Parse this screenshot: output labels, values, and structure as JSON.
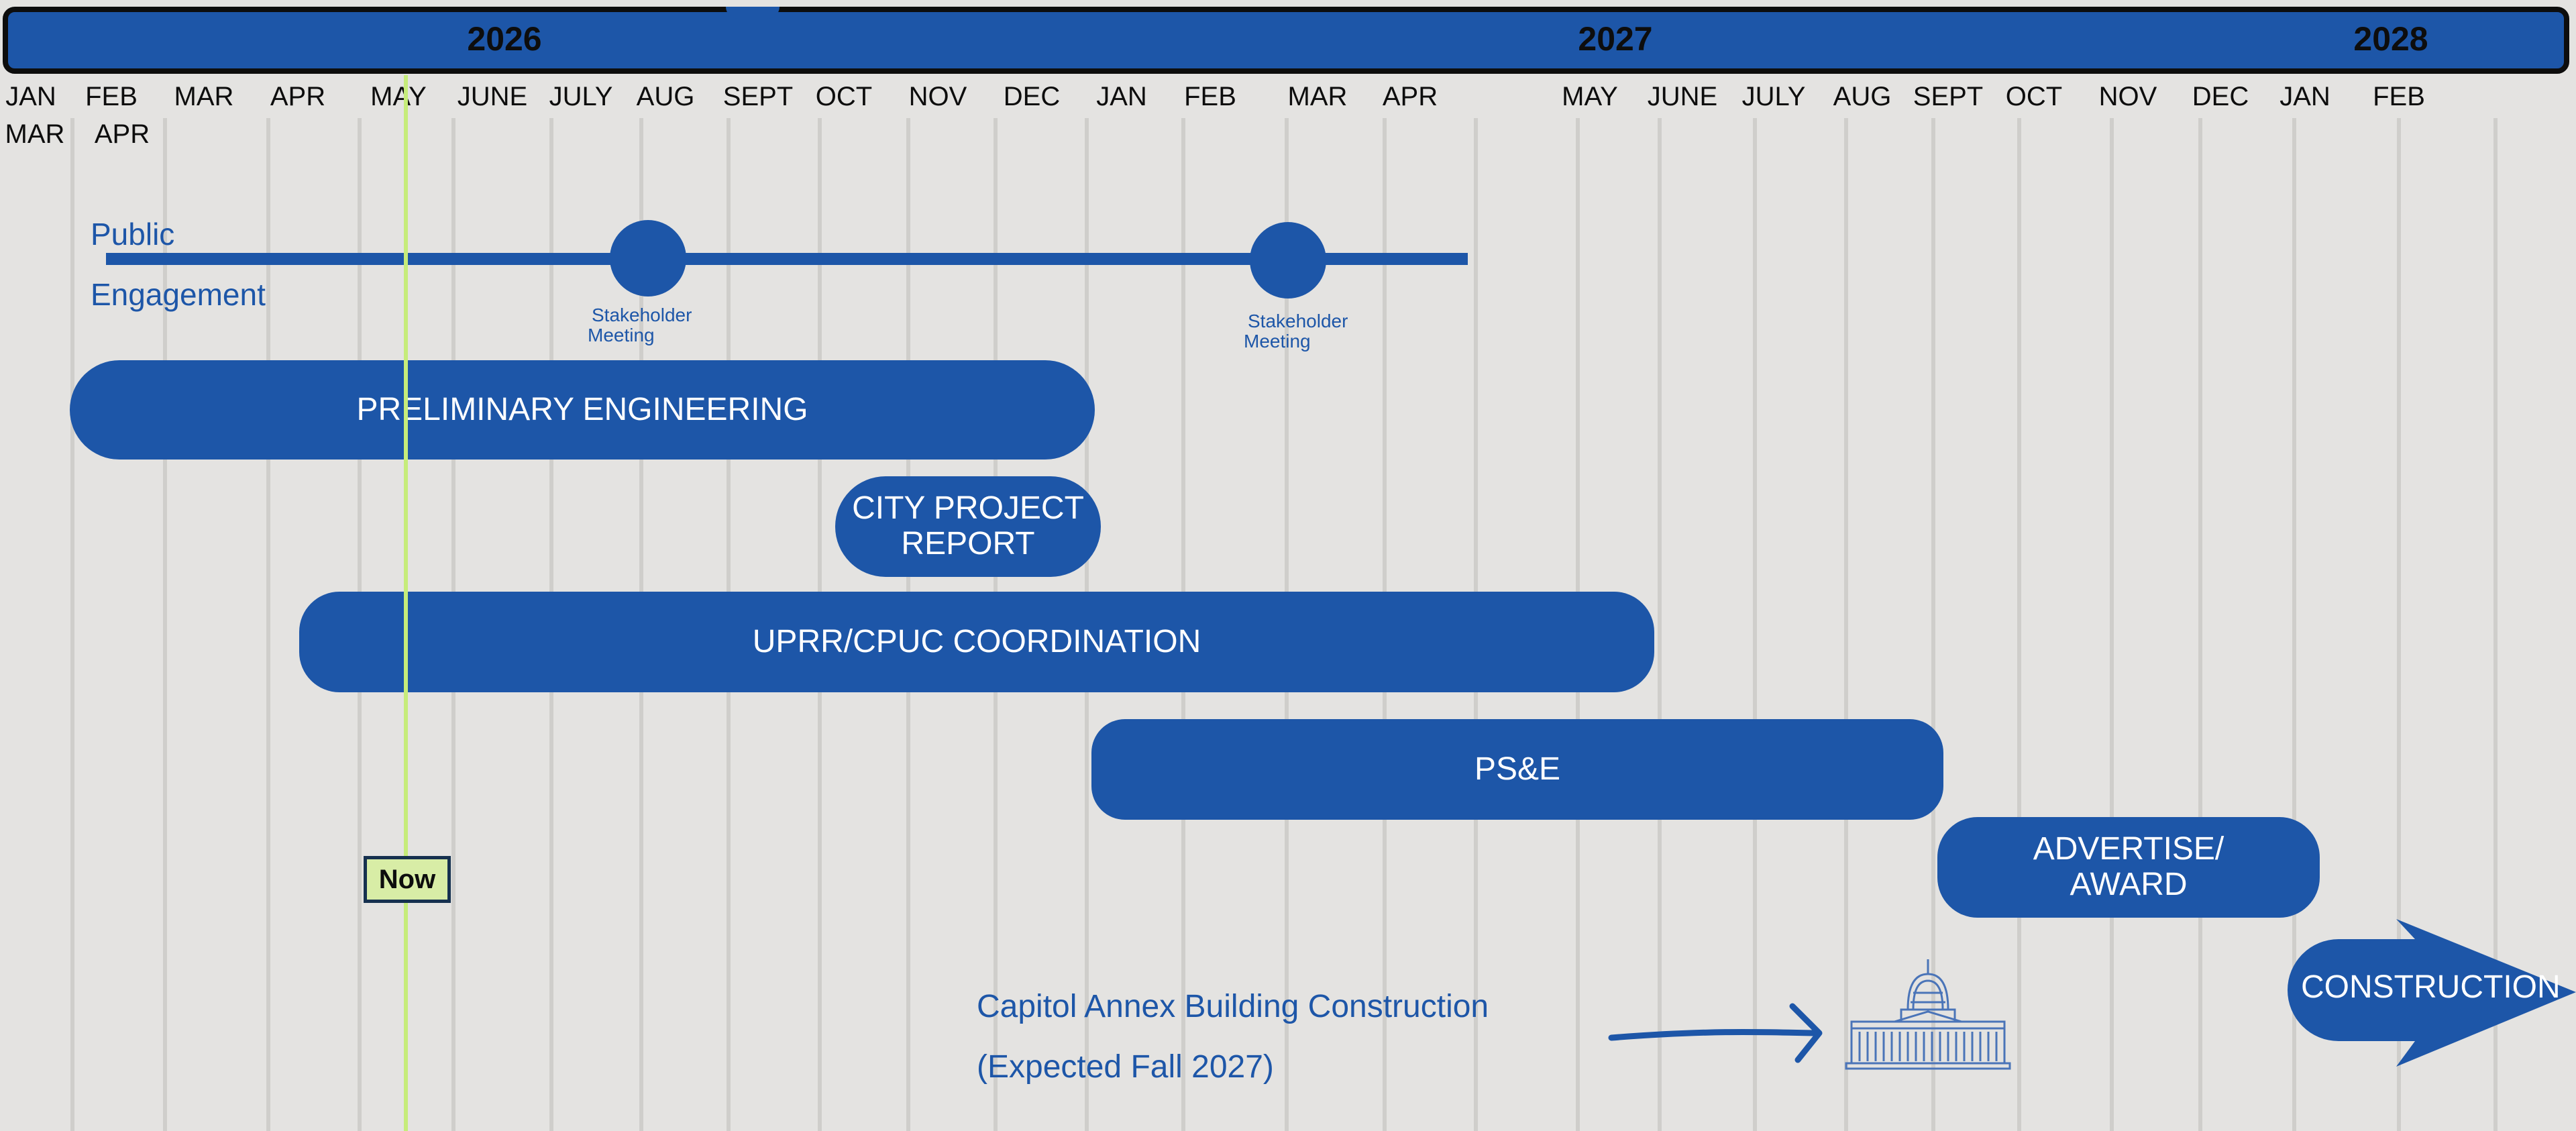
{
  "years": [
    "2026",
    "2027",
    "2028"
  ],
  "months_row1": [
    "JAN",
    "FEB",
    "MAR",
    "APR",
    "MAY",
    "JUNE",
    "JULY",
    "AUG",
    "SEPT",
    "OCT",
    "NOV",
    "DEC",
    "JAN",
    "FEB",
    "MAR",
    "APR",
    "MAY",
    "JUNE",
    "JULY",
    "AUG",
    "SEPT",
    "OCT",
    "NOV",
    "DEC",
    "JAN",
    "FEB"
  ],
  "months_row2": [
    "MAR",
    "APR"
  ],
  "public_engagement": {
    "label_line1": "Public",
    "label_line2": "Engagement",
    "milestone1_line1": "Stakeholder",
    "milestone1_line2": "Meeting",
    "milestone2_line1": "Stakeholder",
    "milestone2_line2": "Meeting"
  },
  "phases": {
    "preliminary_engineering": "PRELIMINARY ENGINEERING",
    "city_project_report_line1": "CITY PROJECT",
    "city_project_report_line2": "REPORT",
    "uprr_cpuc": "UPRR/CPUC COORDINATION",
    "pse": "PS&E",
    "advertise_line1": "ADVERTISE/",
    "advertise_line2": "AWARD",
    "construction": "CONSTRUCTION"
  },
  "now_label": "Now",
  "annex": {
    "line1": "Capitol Annex Building Construction",
    "line2": "(Expected Fall 2027)",
    "building_icon": "capitol-building-icon"
  },
  "colors": {
    "brand_blue": "#1d56a8",
    "now_line": "#c6ec7a",
    "now_box": "#d8eda6",
    "background": "#e4e3e1"
  }
}
